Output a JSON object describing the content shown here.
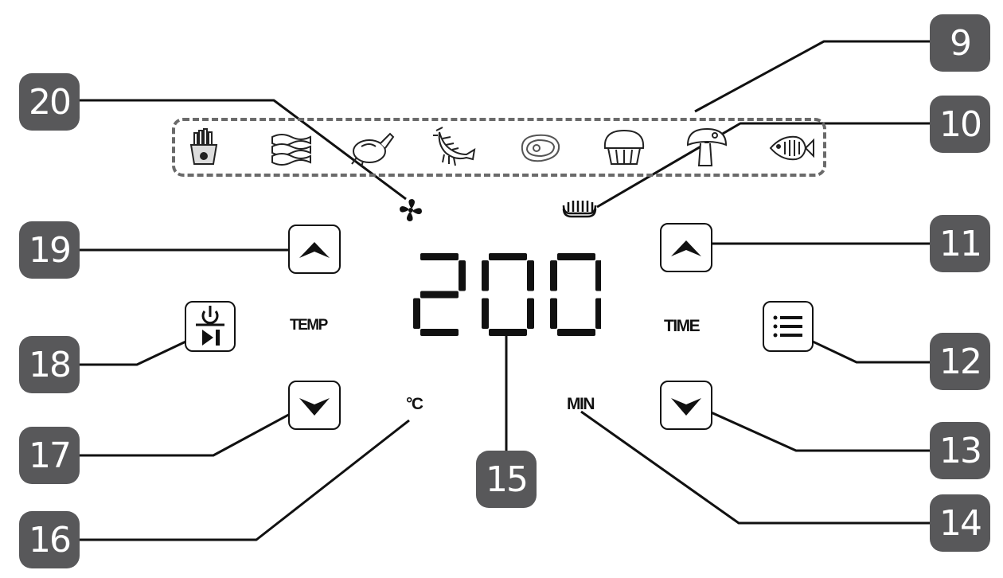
{
  "callouts": {
    "c9": "9",
    "c10": "10",
    "c11": "11",
    "c12": "12",
    "c13": "13",
    "c14": "14",
    "c15": "15",
    "c16": "16",
    "c17": "17",
    "c18": "18",
    "c19": "19",
    "c20": "20"
  },
  "panel": {
    "temp_label": "TEMP",
    "time_label": "TIME",
    "unit_celsius": "°C",
    "unit_minutes": "MIN",
    "display_value": "200"
  },
  "icons": {
    "presets": [
      "fries-icon",
      "bacon-icon",
      "chicken-icon",
      "shrimp-icon",
      "steak-icon",
      "muffin-icon",
      "mushroom-icon",
      "fish-icon"
    ],
    "fan": "fan-icon",
    "heating": "heating-element-icon",
    "temp_up": "chevron-up-icon",
    "temp_down": "chevron-down-icon",
    "time_up": "chevron-up-icon",
    "time_down": "chevron-down-icon",
    "power": "power-play-pause-icon",
    "menu": "menu-icon"
  },
  "colors": {
    "badge": "#58585a",
    "line": "#111111"
  }
}
